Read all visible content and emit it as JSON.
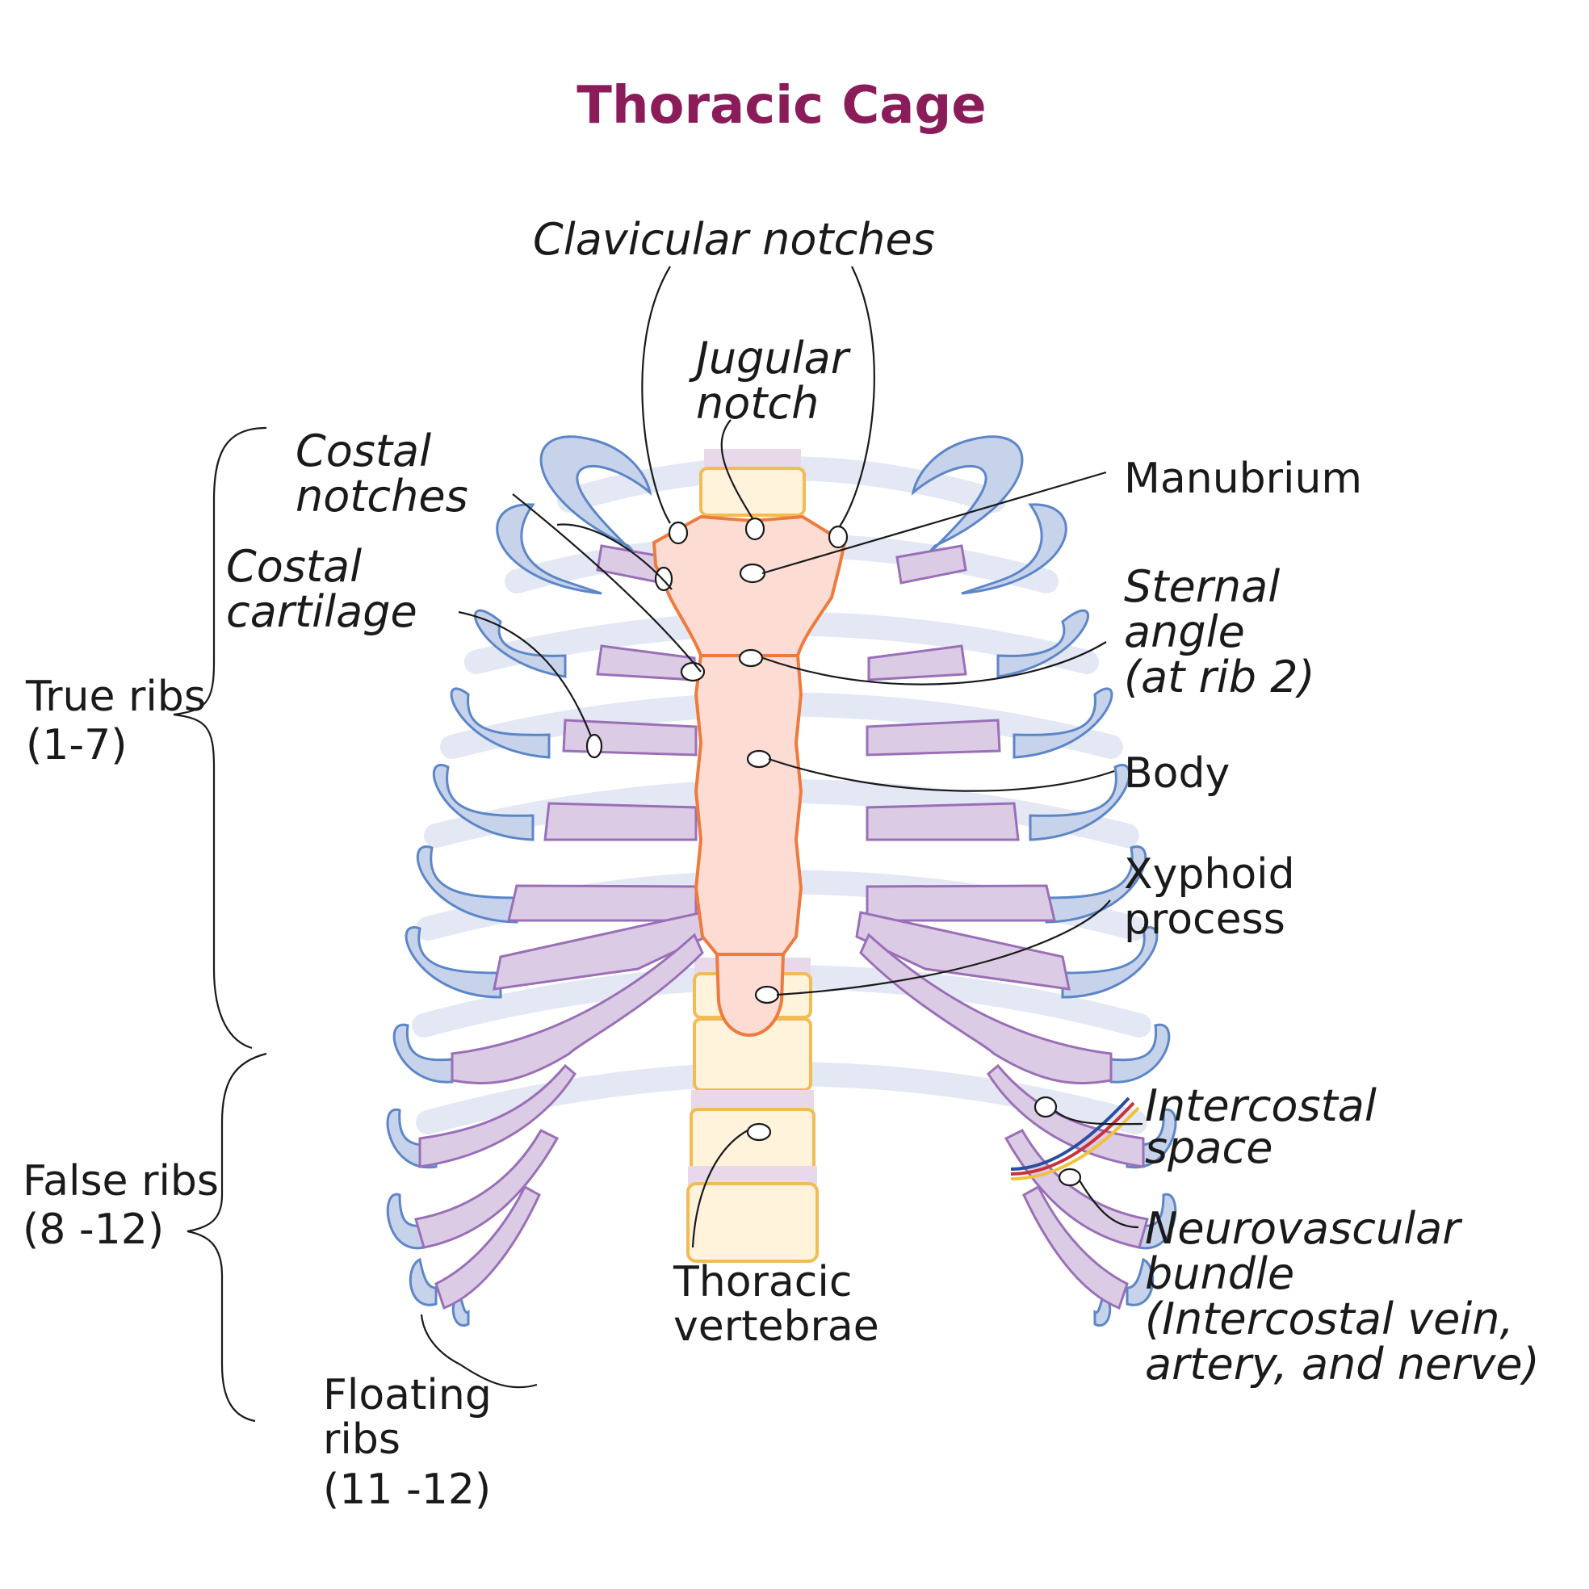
{
  "title": "Thoracic Cage",
  "colors": {
    "title": "#8b1c5a",
    "rib": "#c7d3ea",
    "rib_outline": "#5c86c8",
    "cartilage": "#dccbe4",
    "cartilage_outline": "#9a6fb8",
    "sternum": "#fcdcd3",
    "sternum_outline": "#ee7a3e",
    "vertebra": "#fff3dc",
    "vertebra_outline": "#f2bc55",
    "intercostal_vein": "#2a4fa0",
    "intercostal_artery": "#c8323a",
    "intercostal_nerve": "#f0c23a"
  },
  "labels": {
    "clavicular_notches": "Clavicular notches",
    "jugular_notch": [
      "Jugular",
      "notch"
    ],
    "costal_notches": [
      "Costal",
      "notches"
    ],
    "costal_cartilage": [
      "Costal",
      "cartilage"
    ],
    "manubrium": "Manubrium",
    "sternal_angle": [
      "Sternal",
      "angle",
      "(at rib 2)"
    ],
    "body": "Body",
    "xyphoid_process": [
      "Xyphoid",
      "process"
    ],
    "intercostal_space": [
      "Intercostal",
      "space"
    ],
    "neurovascular_bundle": [
      "Neurovascular",
      "bundle",
      "(Intercostal vein,",
      "artery, and nerve)"
    ],
    "thoracic_vertebrae": [
      "Thoracic",
      "vertebrae"
    ],
    "true_ribs": [
      "True ribs",
      "(1-7)"
    ],
    "false_ribs": [
      "False ribs",
      "(8 -12)"
    ],
    "floating_ribs": [
      "Floating",
      "ribs",
      "(11 -12)"
    ]
  }
}
